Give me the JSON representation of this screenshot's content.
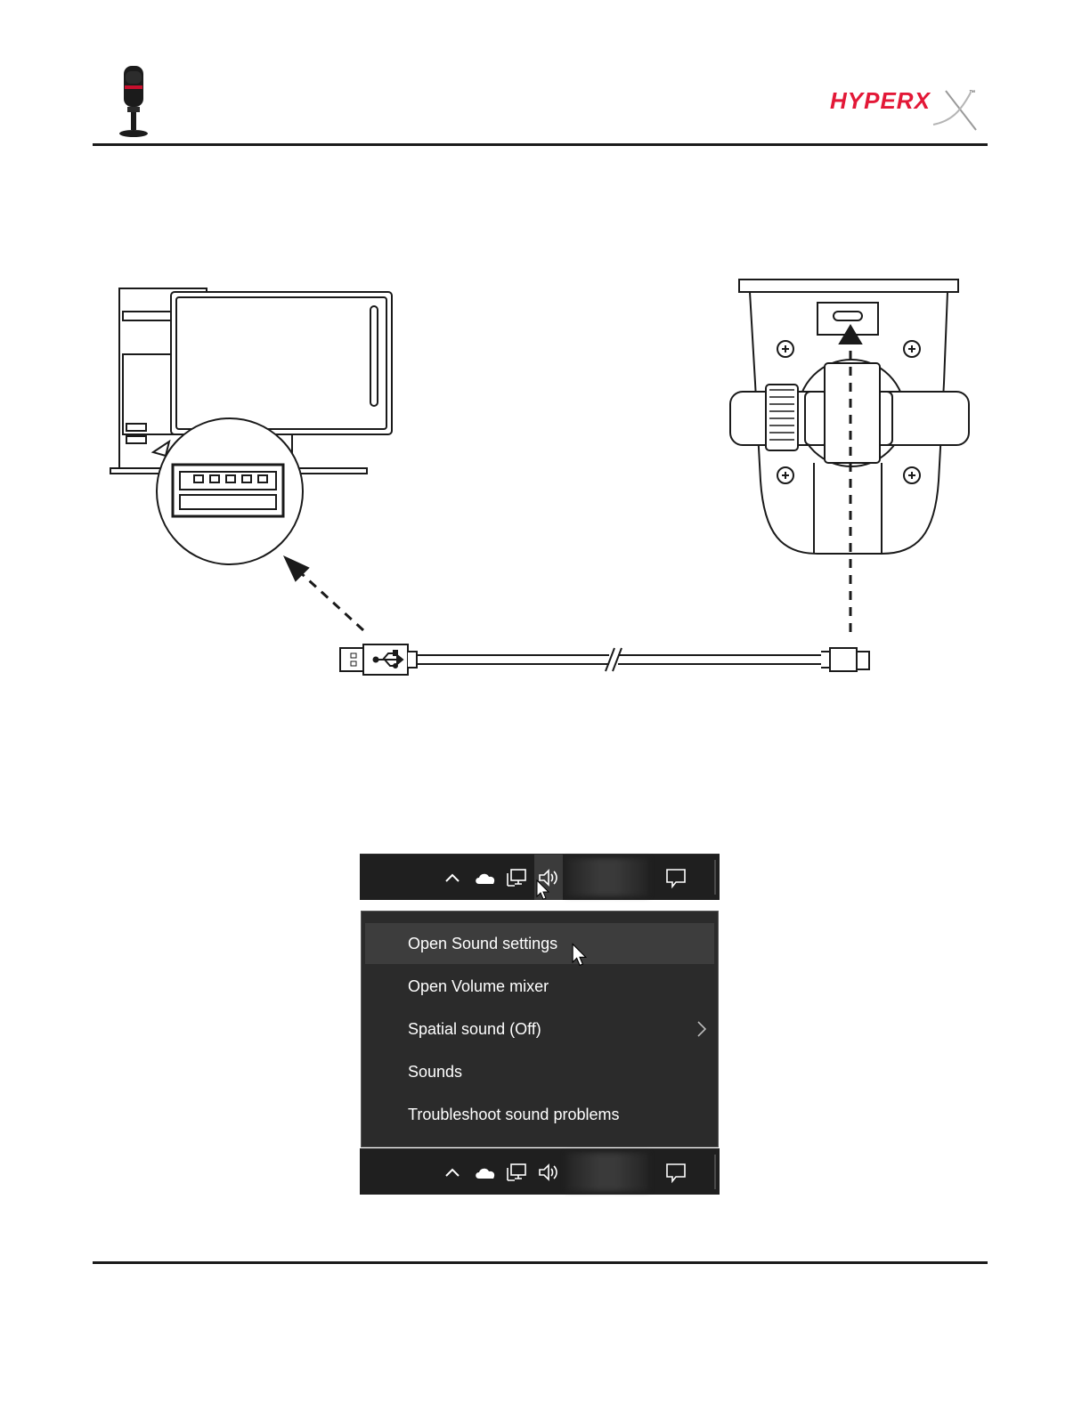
{
  "header": {
    "brand_logo_text": "HYPERX",
    "brand_trademark": "™",
    "product_icon": "microphone-icon"
  },
  "illustration": {
    "computer": "desktop-computer-with-monitor",
    "port_callout": "usb-a-port-zoom",
    "microphone_base": "usb-c-port-view",
    "cable": "usb-a-to-usb-c-cable",
    "usb_symbol": "usb-trident-icon"
  },
  "taskbar": {
    "icons": [
      "chevron-up-icon",
      "cloud-icon",
      "network-icon",
      "speaker-icon",
      "notification-icon"
    ]
  },
  "context_menu": {
    "items": [
      {
        "label": "Open Sound settings",
        "highlighted": true
      },
      {
        "label": "Open Volume mixer"
      },
      {
        "label": "Spatial sound (Off)",
        "submenu": true
      },
      {
        "label": "Sounds"
      },
      {
        "label": "Troubleshoot sound problems"
      }
    ]
  },
  "colors": {
    "brand_red": "#e31837",
    "taskbar_bg": "#1f1f1f",
    "menu_bg": "#2b2b2b",
    "menu_highlight": "#3d3d3d"
  }
}
